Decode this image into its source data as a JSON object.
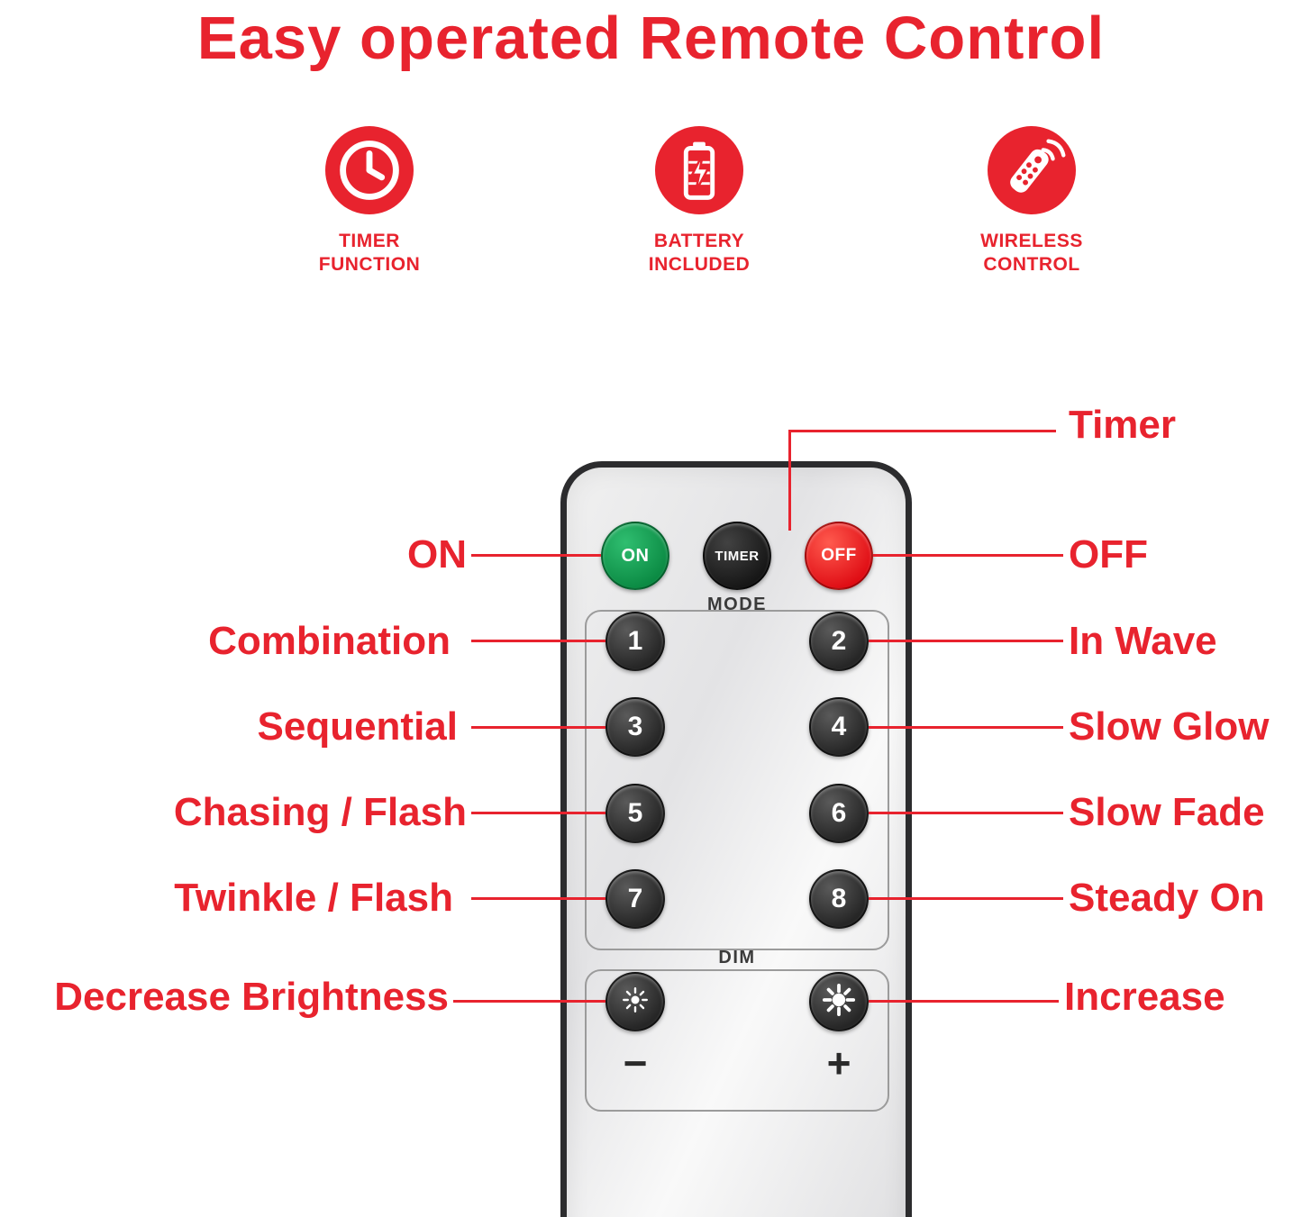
{
  "title": "Easy operated Remote Control",
  "colors": {
    "accent_red": "#e8232e",
    "button_green": "#17a253",
    "button_red": "#ee1016",
    "button_dark": "#333333",
    "remote_body": "#ececec"
  },
  "features": [
    {
      "icon": "clock-icon",
      "line1": "TIMER",
      "line2": "FUNCTION"
    },
    {
      "icon": "battery-icon",
      "line1": "BATTERY",
      "line2": "INCLUDED"
    },
    {
      "icon": "wireless-remote-icon",
      "line1": "WIRELESS",
      "line2": "CONTROL"
    }
  ],
  "remote": {
    "on_button": "ON",
    "timer_button": "TIMER",
    "off_button": "OFF",
    "mode_label": "MODE",
    "mode_buttons": [
      "1",
      "2",
      "3",
      "4",
      "5",
      "6",
      "7",
      "8"
    ],
    "dim_label": "DIM",
    "decrease_symbol": "−",
    "increase_symbol": "+"
  },
  "callouts": {
    "timer": "Timer",
    "left": [
      "ON",
      "Combination",
      "Sequential",
      "Chasing / Flash",
      "Twinkle / Flash",
      "Decrease Brightness"
    ],
    "right": [
      "OFF",
      "In Wave",
      "Slow Glow",
      "Slow Fade",
      "Steady On",
      "Increase"
    ]
  }
}
